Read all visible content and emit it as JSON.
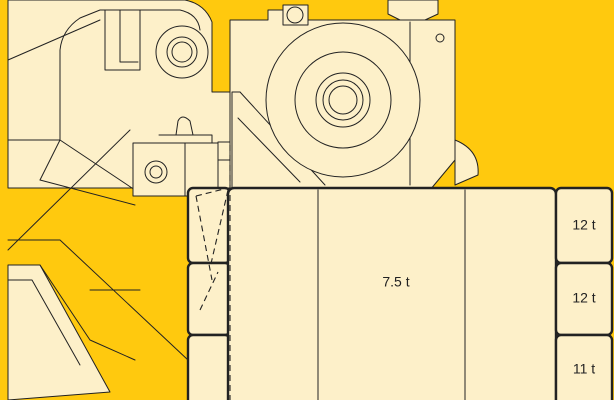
{
  "colors": {
    "background": "#FFC90E",
    "part_fill": "#FDF0C9",
    "outline": "#222222"
  },
  "counterweight": {
    "center_label": "7.5 t",
    "side_labels": [
      "12 t",
      "12 t",
      "11 t"
    ]
  }
}
